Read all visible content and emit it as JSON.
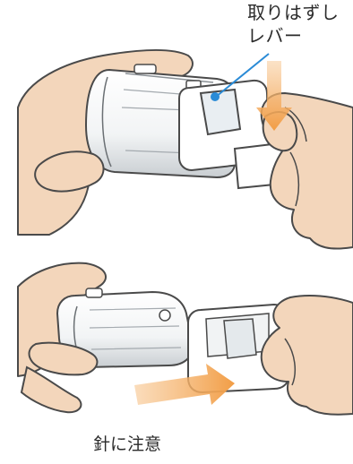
{
  "callout": {
    "line1": "取りはずし",
    "line2": "レバー"
  },
  "caution": {
    "text": "針に注意"
  },
  "colors": {
    "skin": "#f3d6bb",
    "outline": "#4a4a4a",
    "device_body": "#ffffff",
    "device_shadow": "#b9bfc4",
    "lever_blue": "#2a8bd6",
    "arrow_orange": "#f2a451",
    "text": "#2a2a2a"
  },
  "icons": {
    "press_arrow": "down-arrow-icon",
    "pull_arrow": "right-arrow-icon"
  }
}
